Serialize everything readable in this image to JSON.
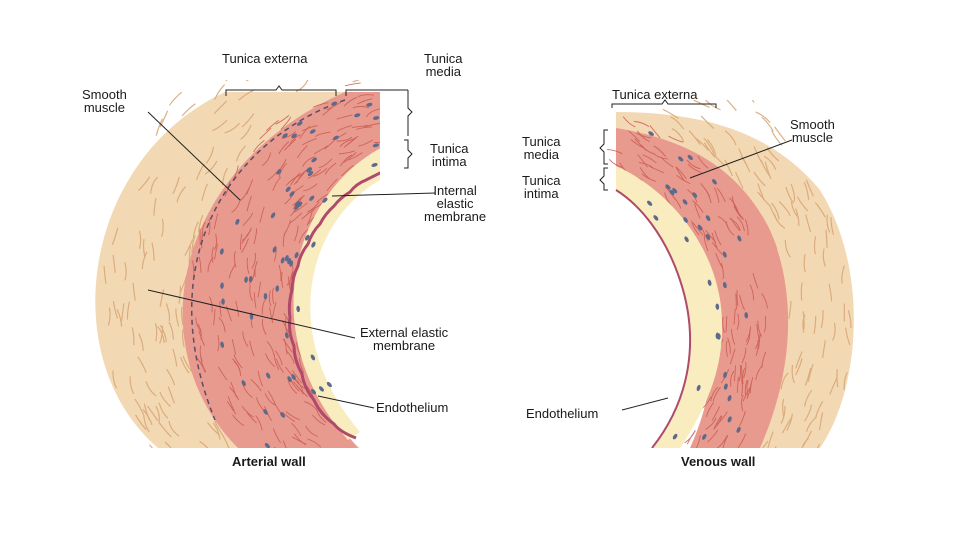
{
  "colors": {
    "externa": "#f3d9b3",
    "externa_fiber": "#d9a878",
    "media": "#e89a8e",
    "media_fiber": "#c95a52",
    "intima": "#f9edbf",
    "elastic": "#b04a6a",
    "nucleus": "#5d6a8c",
    "leader": "#222222"
  },
  "arterial": {
    "caption": "Arterial wall",
    "tunica_externa": "Tunica externa",
    "tunica_media_1": "Tunica",
    "tunica_media_2": "media",
    "tunica_intima_1": "Tunica",
    "tunica_intima_2": "intima",
    "smooth_muscle_1": "Smooth",
    "smooth_muscle_2": "muscle",
    "internal_elastic_1": "Internal",
    "internal_elastic_2": "elastic",
    "internal_elastic_3": "membrane",
    "external_elastic_1": "External elastic",
    "external_elastic_2": "membrane",
    "endothelium": "Endothelium"
  },
  "venous": {
    "caption": "Venous wall",
    "tunica_externa": "Tunica externa",
    "tunica_media_1": "Tunica",
    "tunica_media_2": "media",
    "tunica_intima_1": "Tunica",
    "tunica_intima_2": "intima",
    "smooth_muscle_1": "Smooth",
    "smooth_muscle_2": "muscle",
    "endothelium": "Endothelium"
  }
}
